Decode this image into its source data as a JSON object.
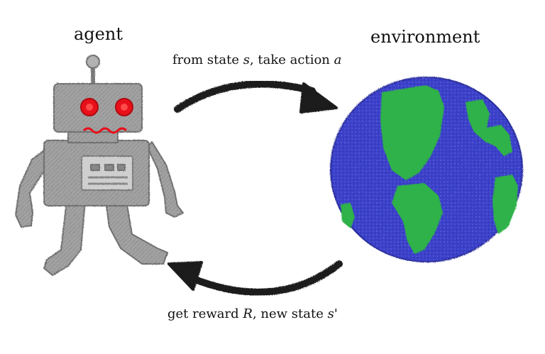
{
  "agent": {
    "title": "agent",
    "icon": "robot-icon",
    "eye_color": "#e8101a",
    "body_color": "#9c9c9c"
  },
  "environment": {
    "title": "environment",
    "icon": "earth-globe-icon",
    "ocean_color": "#3a3fc9",
    "land_color": "#2fb24a"
  },
  "top_arrow": {
    "text_prefix": "from state ",
    "state_var": "s",
    "text_middle": ", take action ",
    "action_var": "a",
    "icon": "arrow-right-icon"
  },
  "bottom_arrow": {
    "text_prefix": "get reward ",
    "reward_var": "R",
    "text_middle": ", new state ",
    "new_state_var": "s'",
    "icon": "arrow-left-icon"
  }
}
